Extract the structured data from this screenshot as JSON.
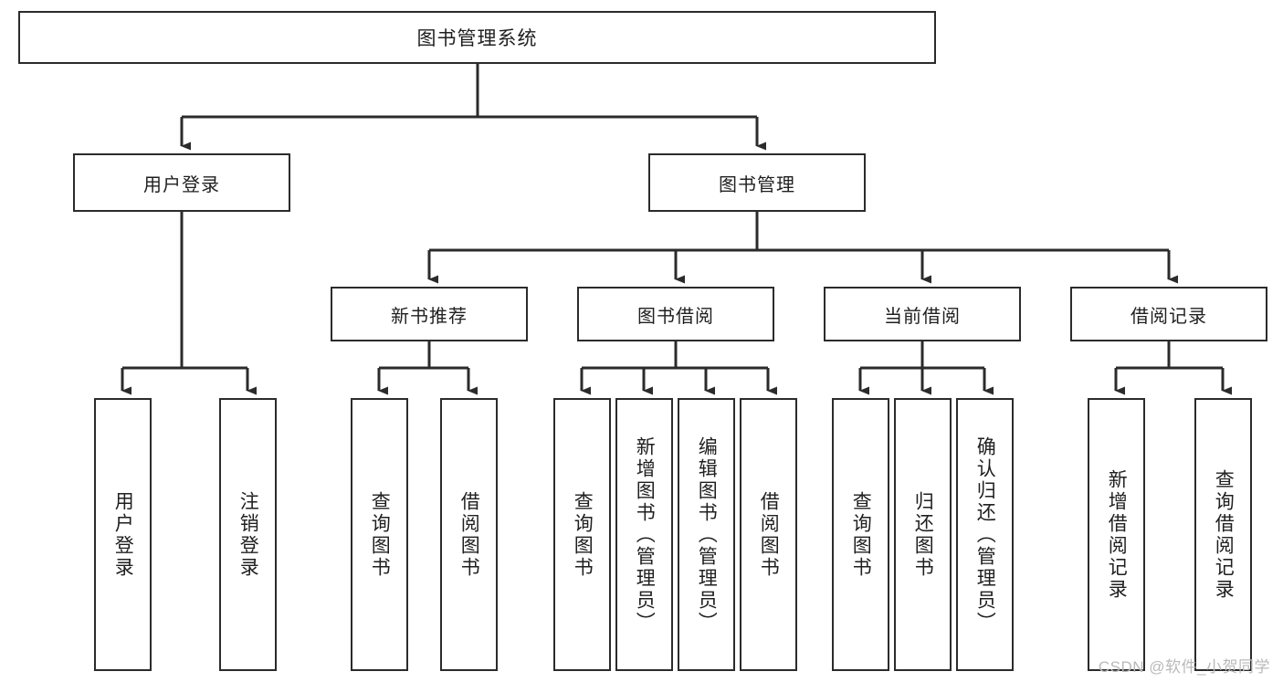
{
  "diagram": {
    "title": "图书管理系统",
    "type": "tree",
    "watermark": "CSDN @软件_小贺同学",
    "colors": {
      "box_border": "#2b2b2b",
      "box_fill": "#ffffff",
      "connector": "#2b2b2b",
      "text": "#1f1f1f",
      "watermark": "#b9b9b9",
      "background": "#ffffff"
    },
    "nodes": {
      "root": {
        "label": "图书管理系统"
      },
      "level2": [
        {
          "id": "user-login",
          "label": "用户登录"
        },
        {
          "id": "book-manage",
          "label": "图书管理"
        }
      ],
      "level3": [
        {
          "id": "new-book-recommend",
          "label": "新书推荐"
        },
        {
          "id": "book-borrow",
          "label": "图书借阅"
        },
        {
          "id": "current-borrow",
          "label": "当前借阅"
        },
        {
          "id": "borrow-record",
          "label": "借阅记录"
        }
      ],
      "leaves": {
        "user-login": [
          {
            "id": "leaf-user-login",
            "label": "用户登录"
          },
          {
            "id": "leaf-user-logout",
            "label": "注销登录"
          }
        ],
        "new-book-recommend": [
          {
            "id": "leaf-query-book-1",
            "label": "查询图书"
          },
          {
            "id": "leaf-borrow-book-1",
            "label": "借阅图书"
          }
        ],
        "book-borrow": [
          {
            "id": "leaf-query-book-2",
            "label": "查询图书"
          },
          {
            "id": "leaf-add-book",
            "label": "新增图书（管理员）"
          },
          {
            "id": "leaf-edit-book",
            "label": "编辑图书（管理员）"
          },
          {
            "id": "leaf-borrow-book-2",
            "label": "借阅图书"
          }
        ],
        "current-borrow": [
          {
            "id": "leaf-query-book-3",
            "label": "查询图书"
          },
          {
            "id": "leaf-return-book",
            "label": "归还图书"
          },
          {
            "id": "leaf-confirm-return",
            "label": "确认归还（管理员）"
          }
        ],
        "borrow-record": [
          {
            "id": "leaf-add-record",
            "label": "新增借阅记录"
          },
          {
            "id": "leaf-query-record",
            "label": "查询借阅记录"
          }
        ]
      }
    }
  }
}
